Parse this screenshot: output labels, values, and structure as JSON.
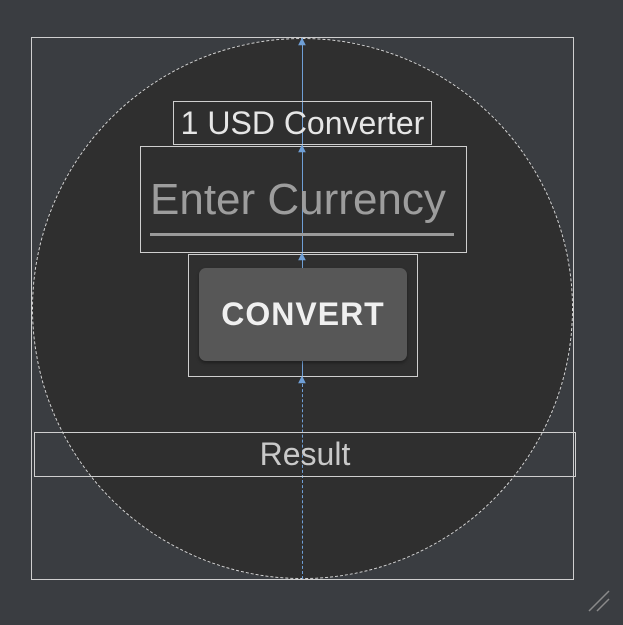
{
  "header": {
    "title": "1 USD Converter"
  },
  "form": {
    "currency_placeholder": "Enter Currency",
    "convert_label": "CONVERT"
  },
  "output": {
    "result": "Result"
  },
  "colors": {
    "background": "#3a3d41",
    "canvas": "#2f2f2f",
    "guideline": "#6f9fd6",
    "button": "#575757"
  },
  "icons": {
    "resize": "resize-grip-icon",
    "constraint_arrow": "chevron-up-icon"
  }
}
